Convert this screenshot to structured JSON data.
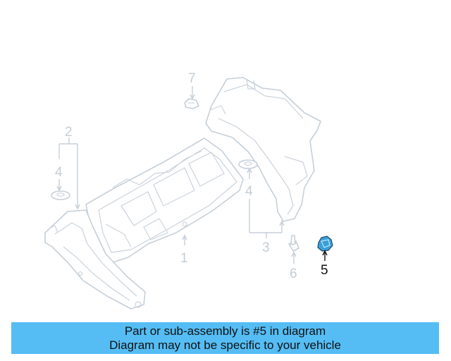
{
  "callouts": {
    "c1": "1",
    "c2": "2",
    "c3": "3",
    "c4a": "4",
    "c4b": "4",
    "c5": "5",
    "c6": "6",
    "c7": "7"
  },
  "highlight": {
    "part_number": "5",
    "color": "#3aa0d8"
  },
  "banner": {
    "line1": "Part or sub-assembly is #5 in diagram",
    "line2": "Diagram may not be specific to your vehicle",
    "background": "#55bdf4"
  }
}
